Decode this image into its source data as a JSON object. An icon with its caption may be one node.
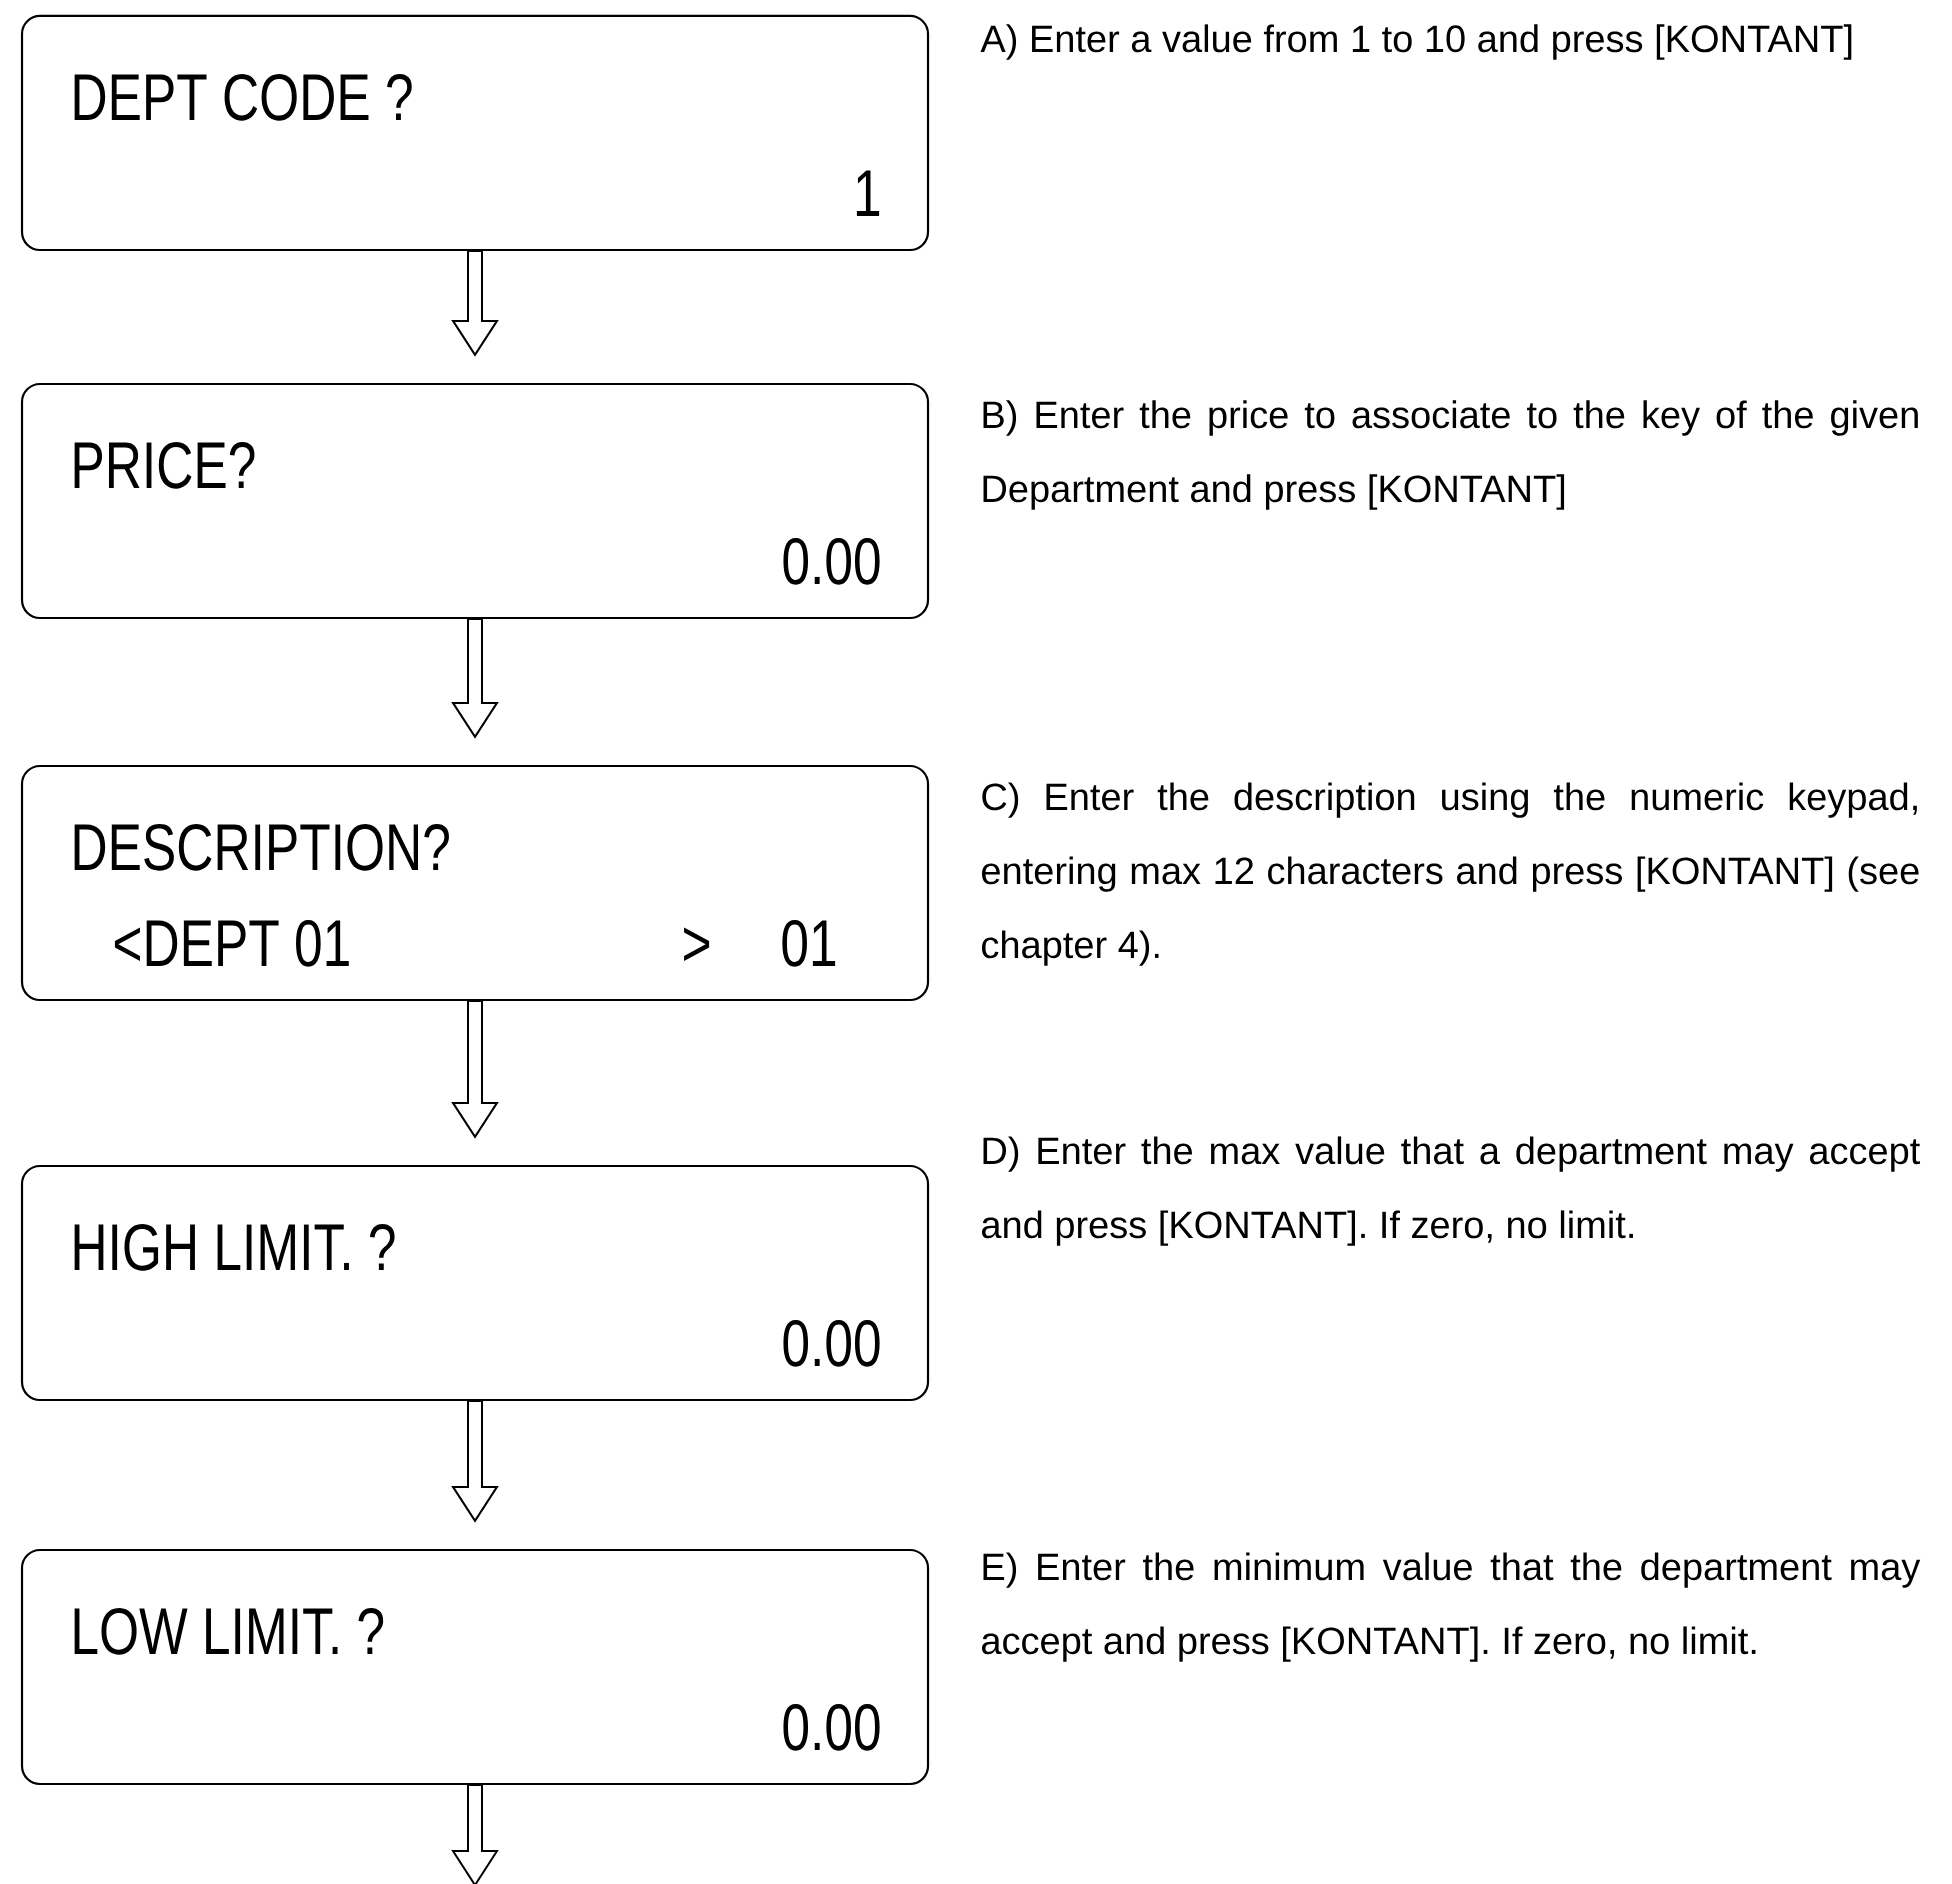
{
  "diagram": {
    "nodes": [
      {
        "text": [
          "DEPT CODE ?",
          "1"
        ],
        "beside": [
          "A) Enter a value from 1 to 10 and press [KONTANT]"
        ]
      },
      {
        "text": [
          "PRICE?",
          "0.00"
        ],
        "beside": [
          "B) Enter the price to associate to the key of the given Department and press [KONTANT]"
        ]
      },
      {
        "text": [
          "DESCRIPTION?",
          "<DEPT 01",
          ">",
          "01"
        ],
        "beside": [
          "C) Enter the description using the numeric keypad, entering max 12 characters and press [KONTANT] (see chapter 4)."
        ]
      },
      {
        "text": [
          "HIGH LIMIT. ?",
          "0.00"
        ],
        "beside": [
          "D) Enter the max value that a department may accept and press [KONTANT]. If zero, no limit."
        ]
      },
      {
        "text": [
          "LOW LIMIT. ?",
          "0.00"
        ],
        "beside": [
          "E) Enter the minimum value that the department may accept and press [KONTANT]. If zero, no limit."
        ]
      }
    ],
    "edges": [
      {
        "from": 0,
        "to": 1,
        "arrow": "to"
      },
      {
        "from": 1,
        "to": 2,
        "arrow": "to"
      },
      {
        "from": 2,
        "to": 3,
        "arrow": "to"
      },
      {
        "from": 3,
        "to": 4,
        "arrow": "to"
      },
      {
        "from": 4,
        "to": null,
        "arrow": "to"
      }
    ]
  }
}
